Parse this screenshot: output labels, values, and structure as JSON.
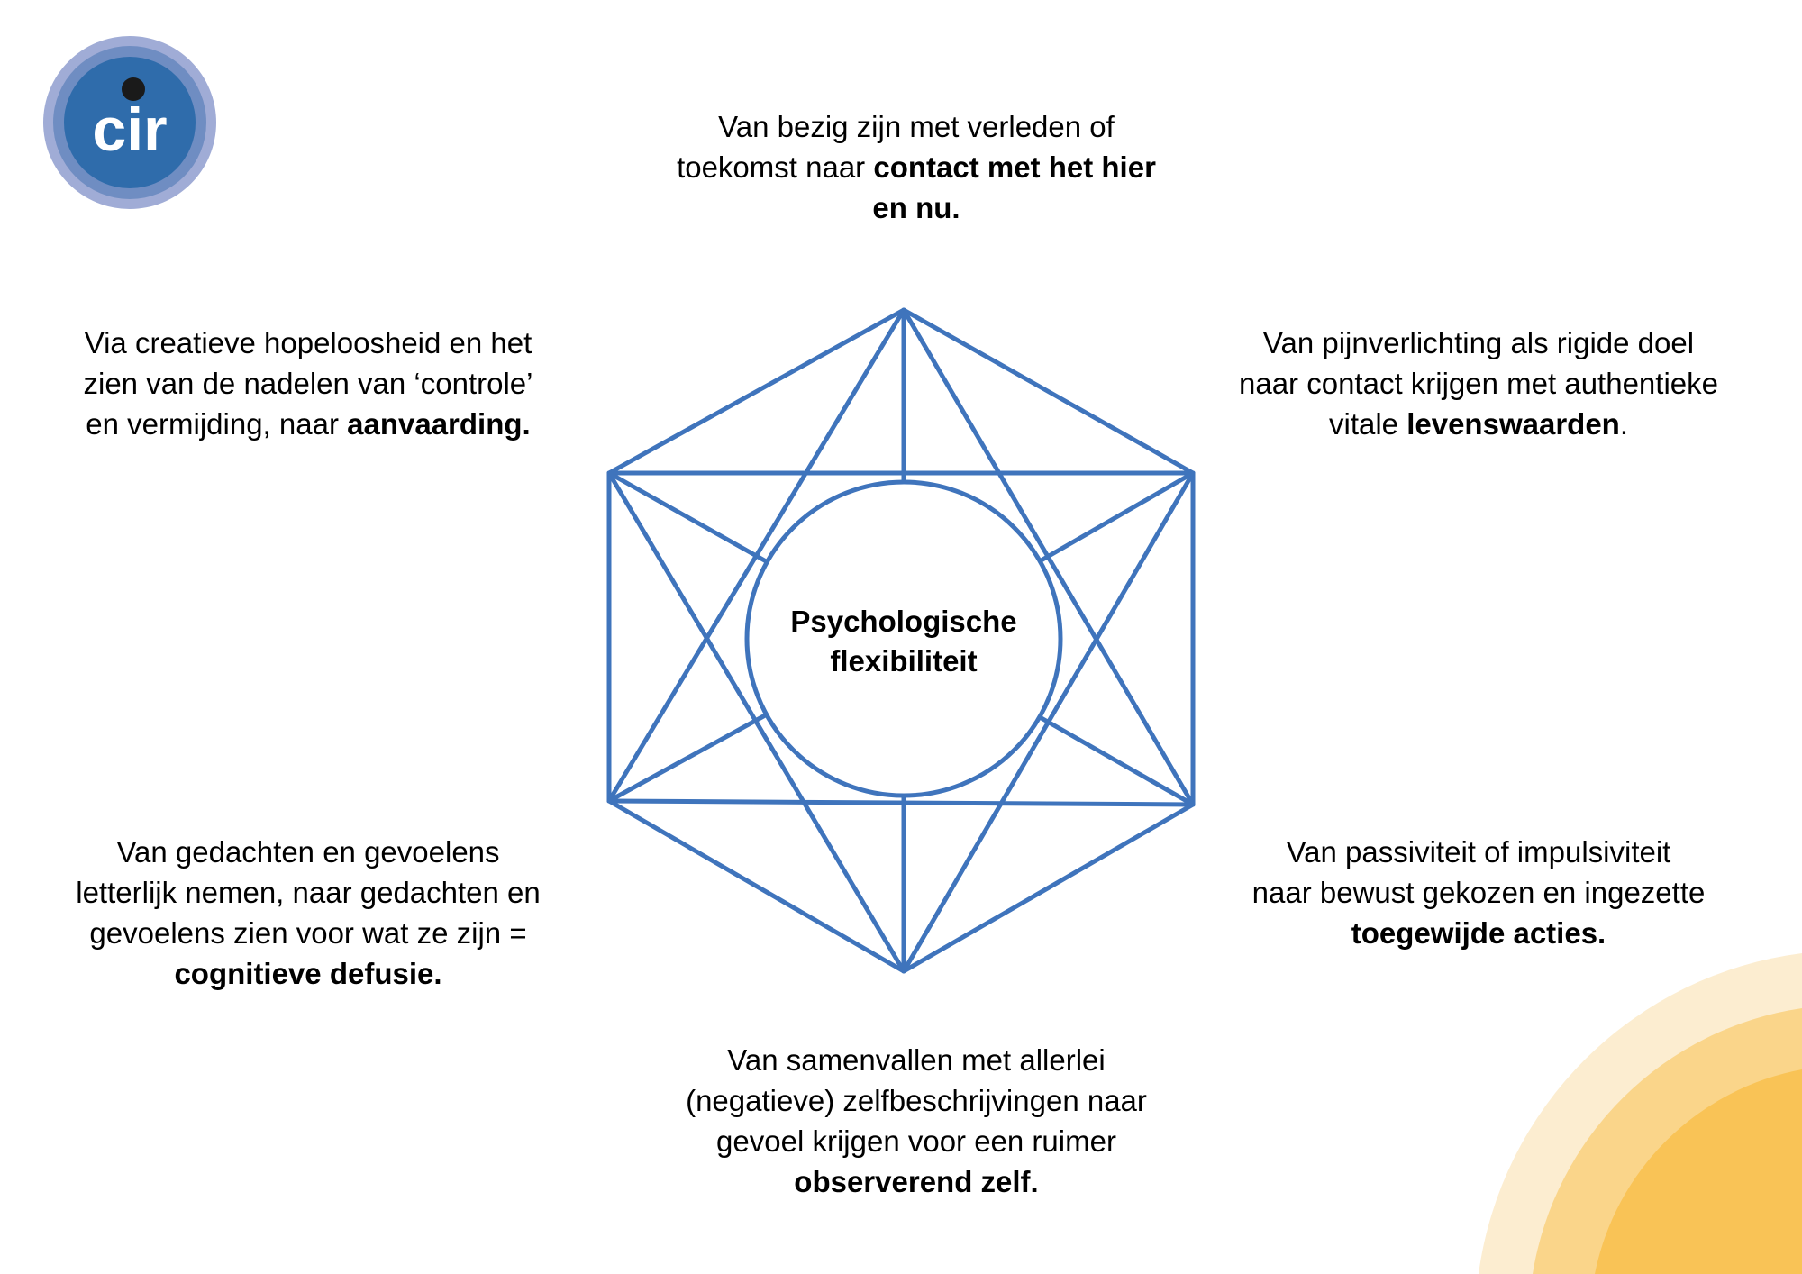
{
  "logo": {
    "text": "cir"
  },
  "colors": {
    "line": "#3f74bc",
    "sun_outer": "#fcedd0",
    "sun_middle": "#fad58a",
    "sun_inner": "#f9c356",
    "logo_outer": "#a0acd6",
    "logo_middle": "#6f8dc2",
    "logo_inner": "#2f6cab"
  },
  "center": {
    "line1": "Psychologische",
    "line2": "flexibiliteit"
  },
  "top": {
    "l1": "Van bezig zijn met verleden of",
    "l2": "toekomst naar ",
    "l2b": "contact met het hier",
    "l3b": "en nu."
  },
  "top_left": {
    "l1": "Via creatieve hopeloosheid en het",
    "l2": "zien van de nadelen van ‘controle’",
    "l3": "en vermijding, naar ",
    "l3b": "aanvaarding."
  },
  "top_right": {
    "l1": "Van pijnverlichting als rigide doel",
    "l2": "naar contact krijgen met authentieke",
    "l3": "vitale ",
    "l3b": "levenswaarden",
    "l3end": "."
  },
  "bottom_left": {
    "l1": "Van gedachten en gevoelens",
    "l2": "letterlijk nemen, naar gedachten en",
    "l3": "gevoelens zien voor wat ze zijn =",
    "l4b": "cognitieve defusie."
  },
  "bottom_right": {
    "l1": "Van passiviteit of impulsiviteit",
    "l2": "naar bewust gekozen en ingezette",
    "l3b": "toegewijde acties."
  },
  "bottom": {
    "l1": "Van samenvallen met allerlei",
    "l2": "(negatieve) zelfbeschrijvingen naar",
    "l3": "gevoel krijgen voor een ruimer",
    "l4b": "observerend zelf."
  }
}
